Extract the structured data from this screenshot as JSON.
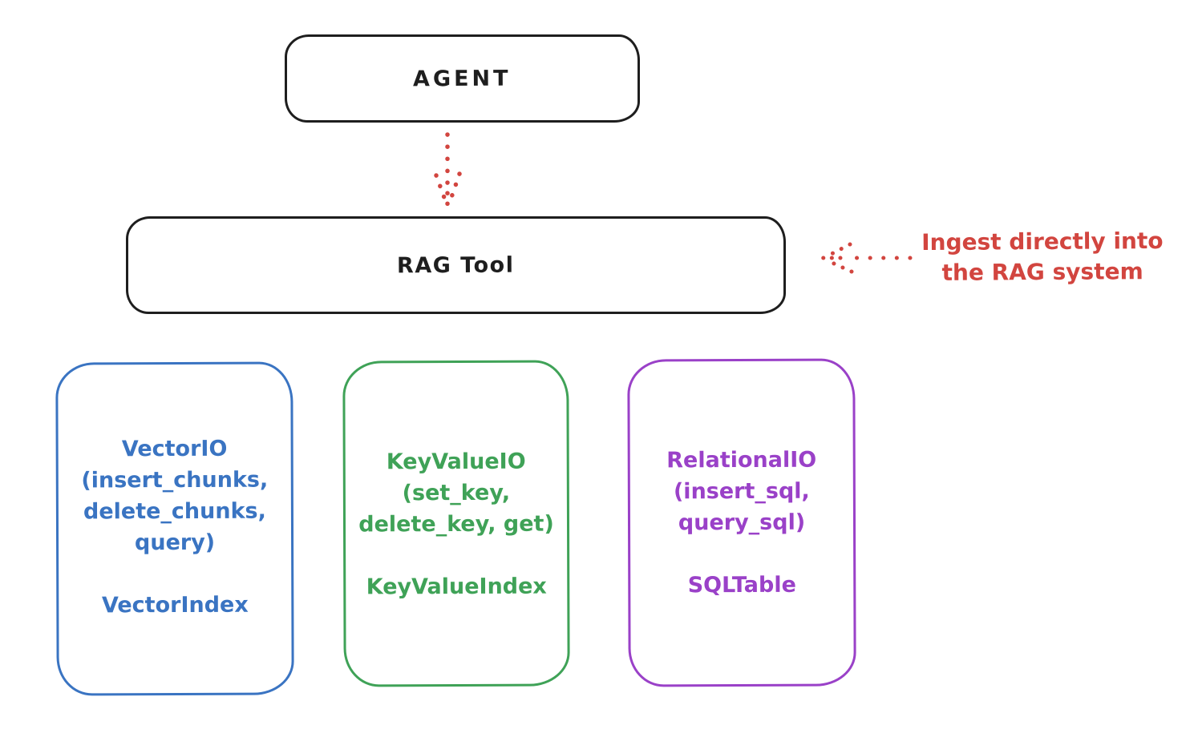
{
  "colors": {
    "ink": "#1e1e1e",
    "red": "#d2453f",
    "blue": "#3a74c2",
    "green": "#3fa257",
    "purple": "#9a41c8",
    "background": "#ffffff"
  },
  "nodes": {
    "agent": {
      "label": "AGENT"
    },
    "rag_tool": {
      "label": "RAG Tool"
    },
    "vector_io": {
      "lines": [
        "VectorIO",
        "(insert_chunks,",
        "delete_chunks,",
        "query)"
      ],
      "index": "VectorIndex",
      "color": "#3a74c2"
    },
    "key_value_io": {
      "lines": [
        "KeyValueIO",
        "(set_key,",
        "delete_key, get)"
      ],
      "index": "KeyValueIndex",
      "color": "#3fa257"
    },
    "relational_io": {
      "lines": [
        "RelationalIO",
        "(insert_sql,",
        "query_sql)"
      ],
      "index": "SQLTable",
      "color": "#9a41c8"
    }
  },
  "annotation": {
    "lines": [
      "Ingest directly into",
      "the RAG system"
    ],
    "color": "#d2453f"
  }
}
